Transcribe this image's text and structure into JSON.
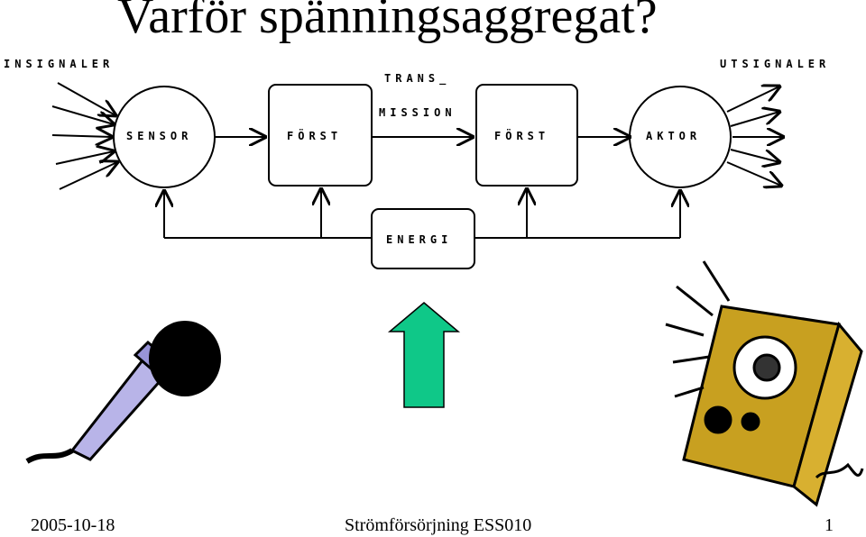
{
  "title": "Varför spänningsaggregat?",
  "diagram": {
    "insignaler": "INSIGNALER",
    "utsignaler": "UTSIGNALER",
    "trans": "TRANS_",
    "mission": "MISSION",
    "sensor": "SENSOR",
    "forst1": "FÖRST",
    "forst2": "FÖRST",
    "aktor": "AKTOR",
    "energi": "ENERGI"
  },
  "footer": {
    "date": "2005-10-18",
    "course": "Strömförsörjning ESS010",
    "page": "1"
  },
  "colors": {
    "arrow_fill": "#0fc888",
    "speaker_body": "#c8a020",
    "mic_body": "#b8b4e8"
  },
  "icons": [
    "microphone-icon",
    "up-arrow-icon",
    "speaker-icon"
  ]
}
